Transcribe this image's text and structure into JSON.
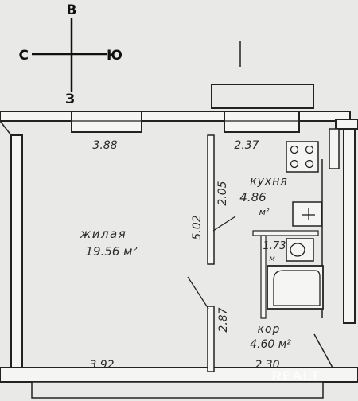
{
  "compass": {
    "north": "В",
    "south": "З",
    "west": "С",
    "east": "Ю"
  },
  "dimensions": {
    "living_top": "3.88",
    "kitchen_top": "2.37",
    "kitchen_side": "2.05",
    "living_side": "5.02",
    "corridor_side": "2.87",
    "living_bottom": "3.92",
    "corridor_bottom": "2.30"
  },
  "rooms": {
    "kitchen": {
      "name": "кухня",
      "area": "4.86",
      "unit": "м²"
    },
    "living": {
      "name": "жилая",
      "area": "19.56 м²"
    },
    "bathroom": {
      "area": "1.73",
      "unit": "м"
    },
    "corridor": {
      "name": "кор",
      "area": "4.60 м²"
    }
  },
  "watermark": "REALT"
}
